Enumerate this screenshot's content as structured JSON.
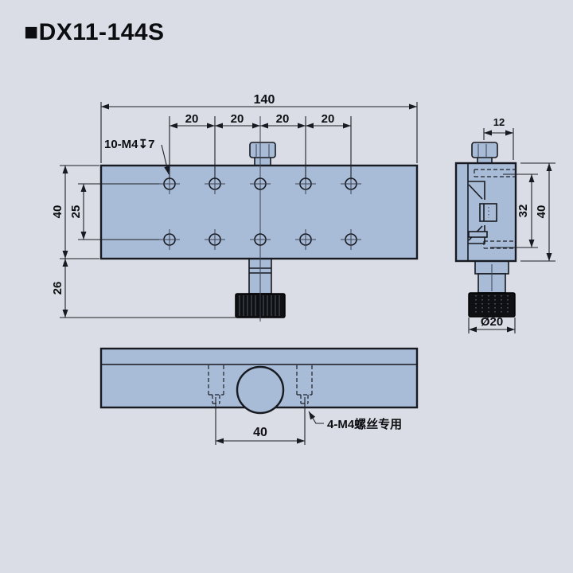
{
  "title": {
    "marker": "■",
    "text": "DX11-144S"
  },
  "colors": {
    "background": "#dbdde6",
    "part_fill": "#a8bbd7",
    "outline": "#171a20",
    "knob_black": "#0e1013"
  },
  "front_view": {
    "dim_total_width": "140",
    "dim_hole_pitch": [
      "20",
      "20",
      "20",
      "20"
    ],
    "label_thread": "10-M4↧7",
    "dim_height": "40",
    "dim_hole_rows": "25",
    "dim_knob_drop": "26"
  },
  "side_view": {
    "dim_knob_top_width": "12",
    "dim_inner_height": "32",
    "dim_height": "40",
    "dim_knob_diameter": "Ø20"
  },
  "bottom_view": {
    "dim_hole_spacing": "40",
    "label_screws": "4-M4螺丝专用"
  }
}
